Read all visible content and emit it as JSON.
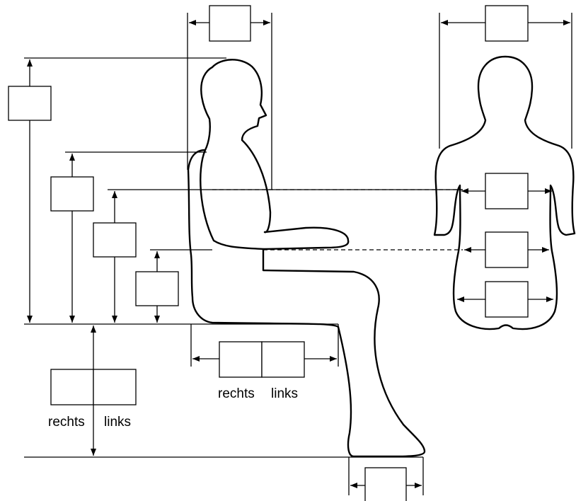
{
  "labels": {
    "seat_right": "rechts",
    "seat_left": "links",
    "height_right": "rechts",
    "height_left": "links"
  }
}
